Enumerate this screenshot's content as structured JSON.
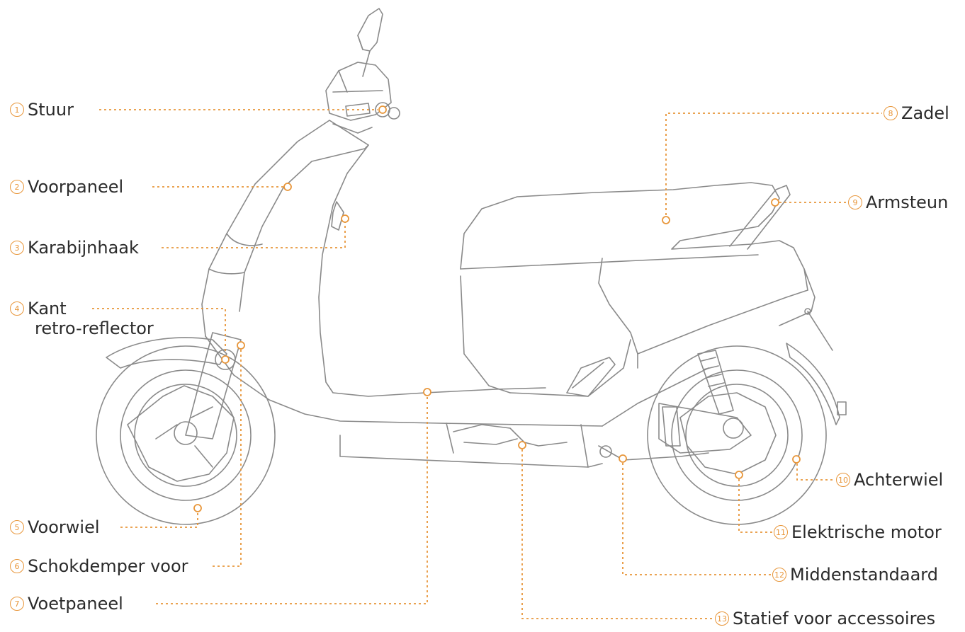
{
  "colors": {
    "accent": "#e8963a",
    "line": "#8a8a8a",
    "text": "#2b2b2b"
  },
  "labels": [
    {
      "num": "1",
      "text": "Stuur"
    },
    {
      "num": "2",
      "text": "Voorpaneel"
    },
    {
      "num": "3",
      "text": "Karabijnhaak"
    },
    {
      "num": "4",
      "text": "Kant",
      "text2": "retro-reflector"
    },
    {
      "num": "5",
      "text": "Voorwiel"
    },
    {
      "num": "6",
      "text": "Schokdemper voor"
    },
    {
      "num": "7",
      "text": "Voetpaneel"
    },
    {
      "num": "8",
      "text": "Zadel"
    },
    {
      "num": "9",
      "text": "Armsteun"
    },
    {
      "num": "10",
      "text": "Achterwiel"
    },
    {
      "num": "11",
      "text": "Elektrische motor"
    },
    {
      "num": "12",
      "text": "Middenstandaard"
    },
    {
      "num": "13",
      "text": "Statief voor accessoires"
    }
  ]
}
